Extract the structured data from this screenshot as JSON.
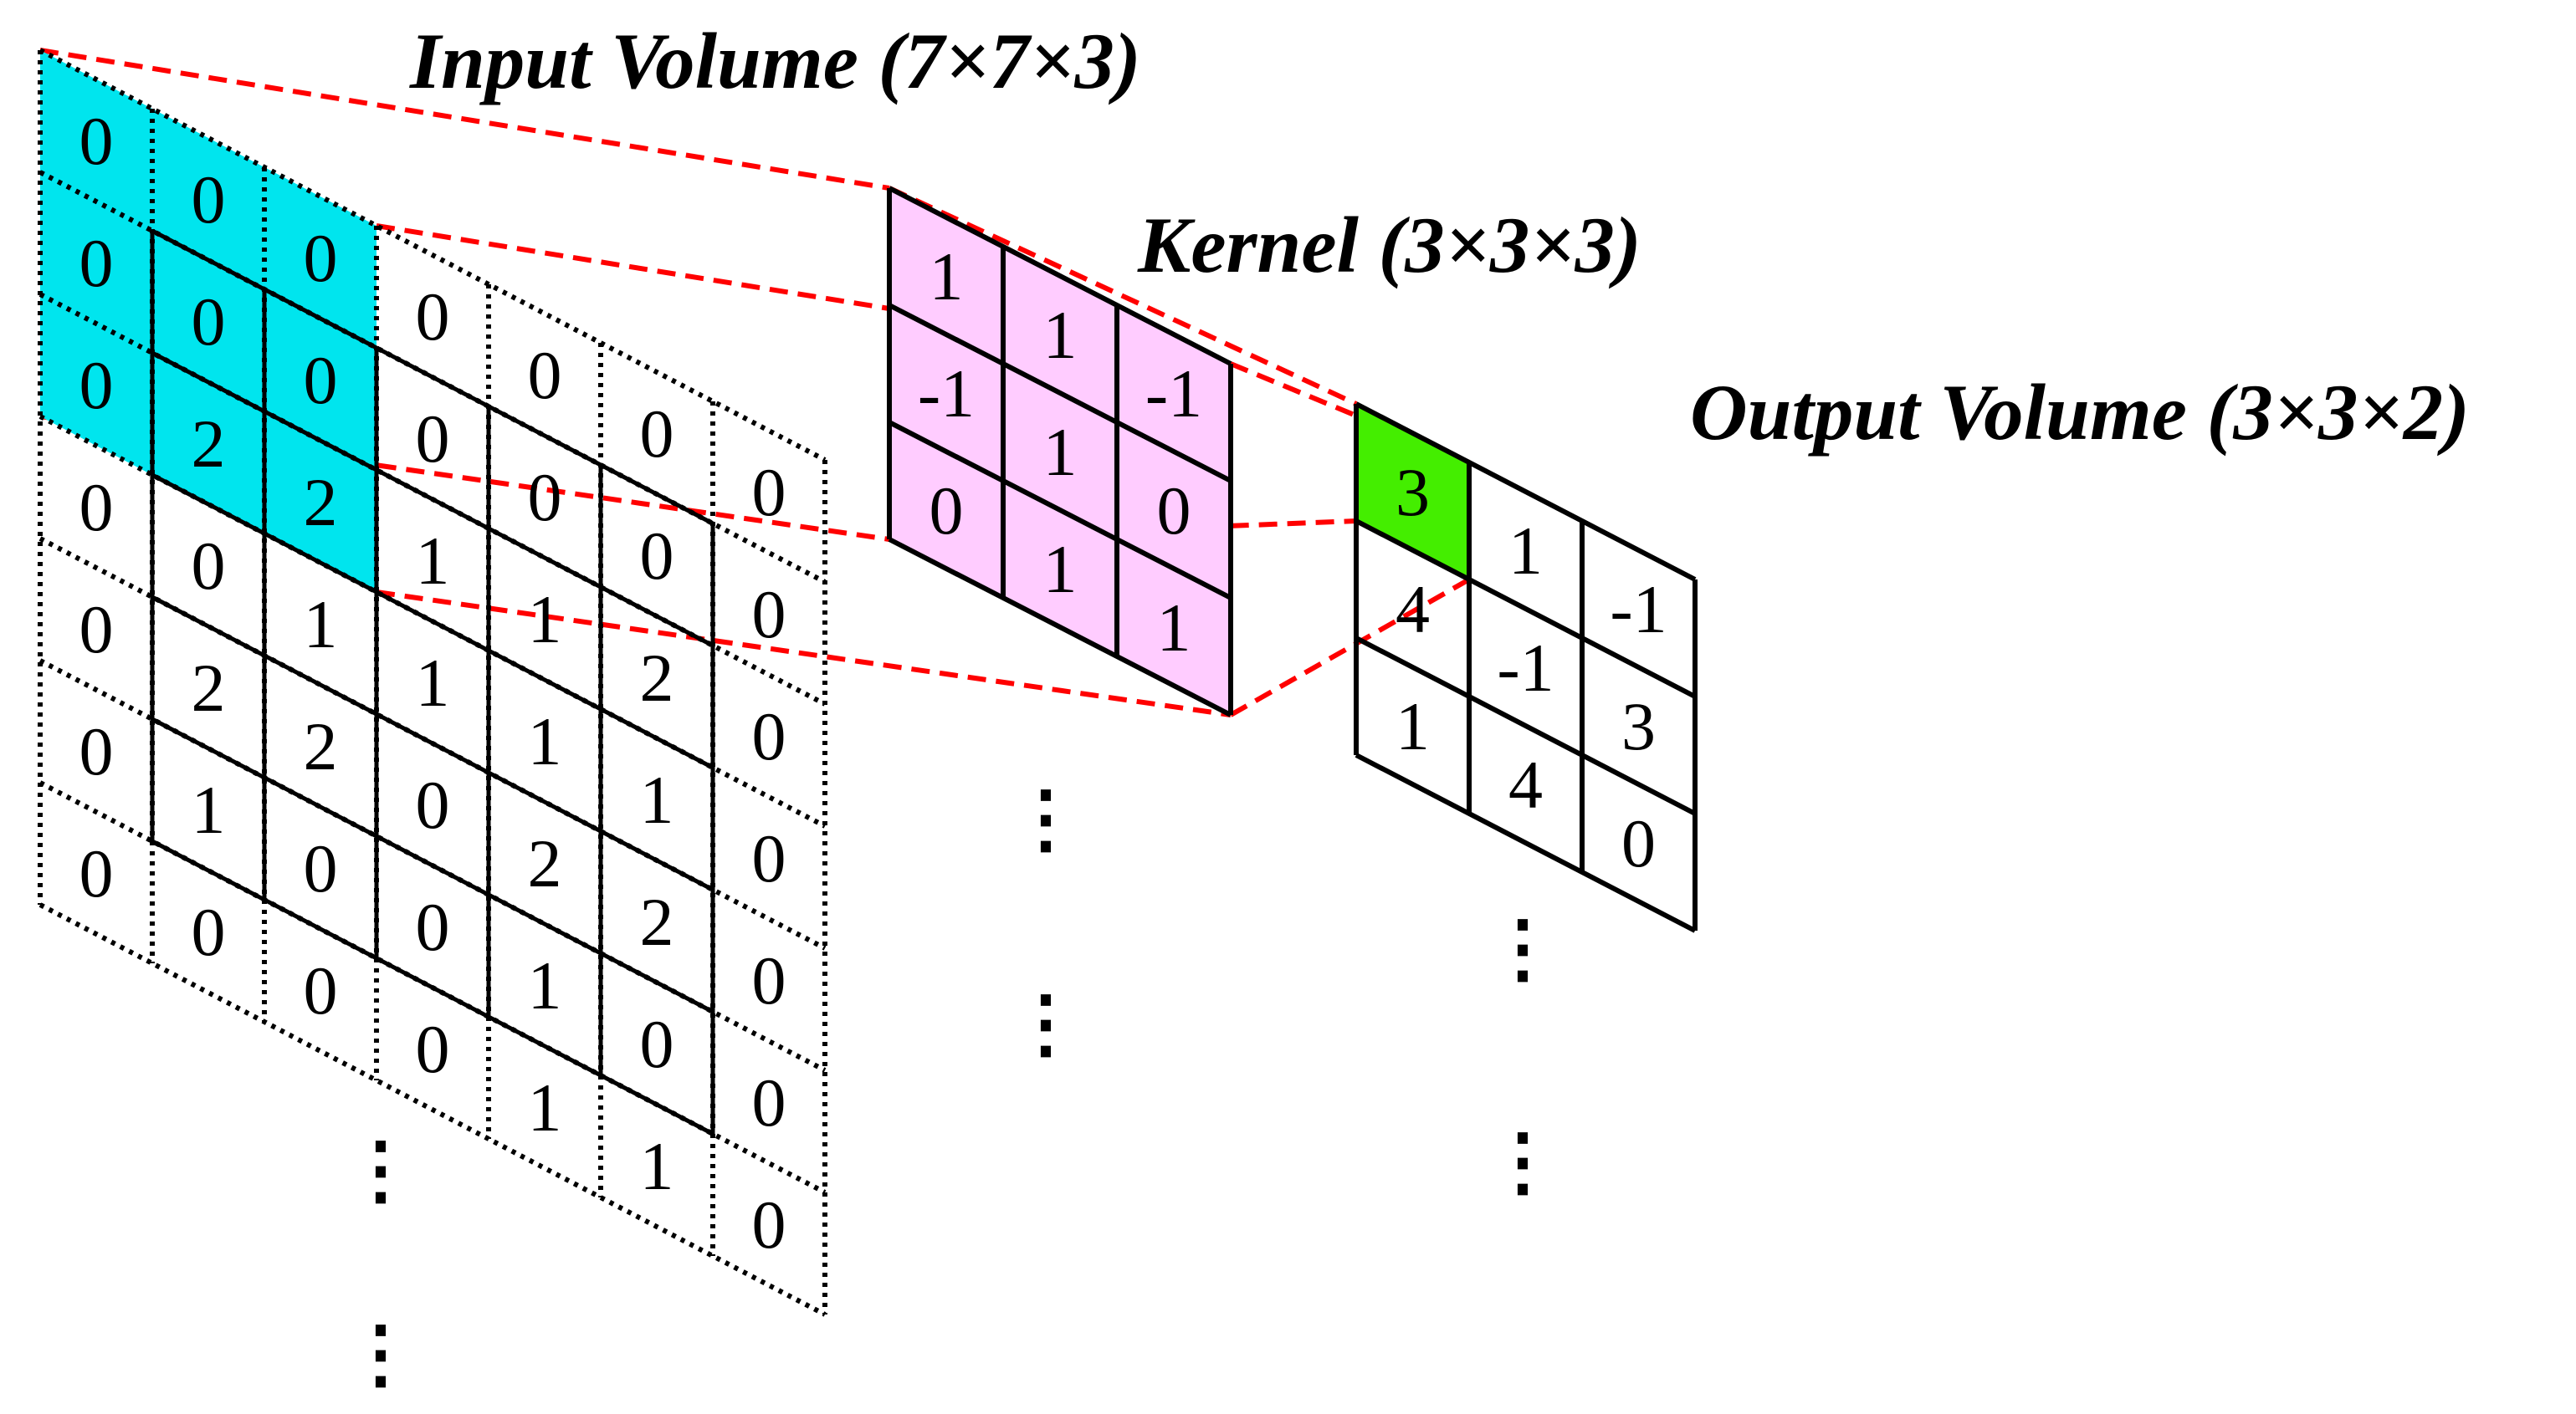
{
  "labels": {
    "input_title": "Input Volume (7×7×3)",
    "kernel_title": "Kernel (3×3×3)",
    "output_title": "Output Volume (3×3×2)",
    "ellipsis": "⋮"
  },
  "colors": {
    "receptive_field": "#00e5ee",
    "kernel_fill": "#ffccff",
    "output_active": "#44ee00",
    "connector": "#ff0000",
    "grid": "#000000"
  },
  "input_volume": {
    "padded_grid_size": 7,
    "highlighted_receptive_field": "top-left 3×3",
    "values": [
      [
        "0",
        "0",
        "0",
        "0",
        "0",
        "0",
        "0"
      ],
      [
        "0",
        "0",
        "0",
        "0",
        "0",
        "0",
        "0"
      ],
      [
        "0",
        "2",
        "2",
        "1",
        "1",
        "2",
        "0"
      ],
      [
        "0",
        "0",
        "1",
        "1",
        "1",
        "1",
        "0"
      ],
      [
        "0",
        "2",
        "2",
        "0",
        "2",
        "2",
        "0"
      ],
      [
        "0",
        "1",
        "0",
        "0",
        "1",
        "0",
        "0"
      ],
      [
        "0",
        "0",
        "0",
        "0",
        "1",
        "1",
        "0"
      ]
    ]
  },
  "kernel": {
    "values": [
      [
        "1",
        "1",
        "-1"
      ],
      [
        "-1",
        "1",
        "0"
      ],
      [
        "0",
        "1",
        "1"
      ]
    ]
  },
  "output_volume": {
    "active_cell": "top-left",
    "values": [
      [
        "3",
        "1",
        "-1"
      ],
      [
        "4",
        "-1",
        "3"
      ],
      [
        "1",
        "4",
        "0"
      ]
    ]
  }
}
